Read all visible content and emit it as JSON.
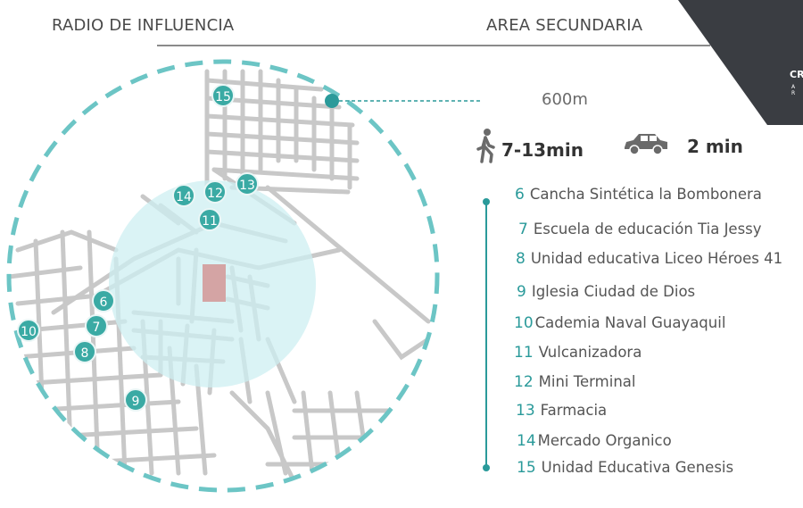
{
  "header": {
    "left_title": "RADIO DE INFLUENCIA",
    "right_title": "AREA SECUNDARIA"
  },
  "brand": {
    "text": "CR",
    "sub": "A R"
  },
  "map": {
    "radius_label": "600m",
    "walk_time": "7-13min",
    "car_time": "2 min",
    "markers": [
      "15",
      "14",
      "12",
      "13",
      "11",
      "6",
      "7",
      "8",
      "10",
      "9"
    ]
  },
  "legend": [
    {
      "num": "6",
      "label": "Cancha Sintética la Bombonera"
    },
    {
      "num": "7",
      "label": "Escuela de educación Tia Jessy"
    },
    {
      "num": "8",
      "label": "Unidad educativa Liceo Héroes 41"
    },
    {
      "num": "9",
      "label": "Iglesia Ciudad de Dios"
    },
    {
      "num": "10",
      "label": "Cademia Naval Guayaquil"
    },
    {
      "num": "11",
      "label": "Vulcanizadora"
    },
    {
      "num": "12",
      "label": "Mini Terminal"
    },
    {
      "num": "13",
      "label": "Farmacia"
    },
    {
      "num": "14",
      "label": "Mercado Organico"
    },
    {
      "num": "15",
      "label": "Unidad Educativa Genesis"
    }
  ],
  "colors": {
    "accent": "#2a9a9a",
    "circle_fill": "#d6f2f4",
    "dark_corner": "#3a3d42",
    "site": "#d4a4a4"
  }
}
